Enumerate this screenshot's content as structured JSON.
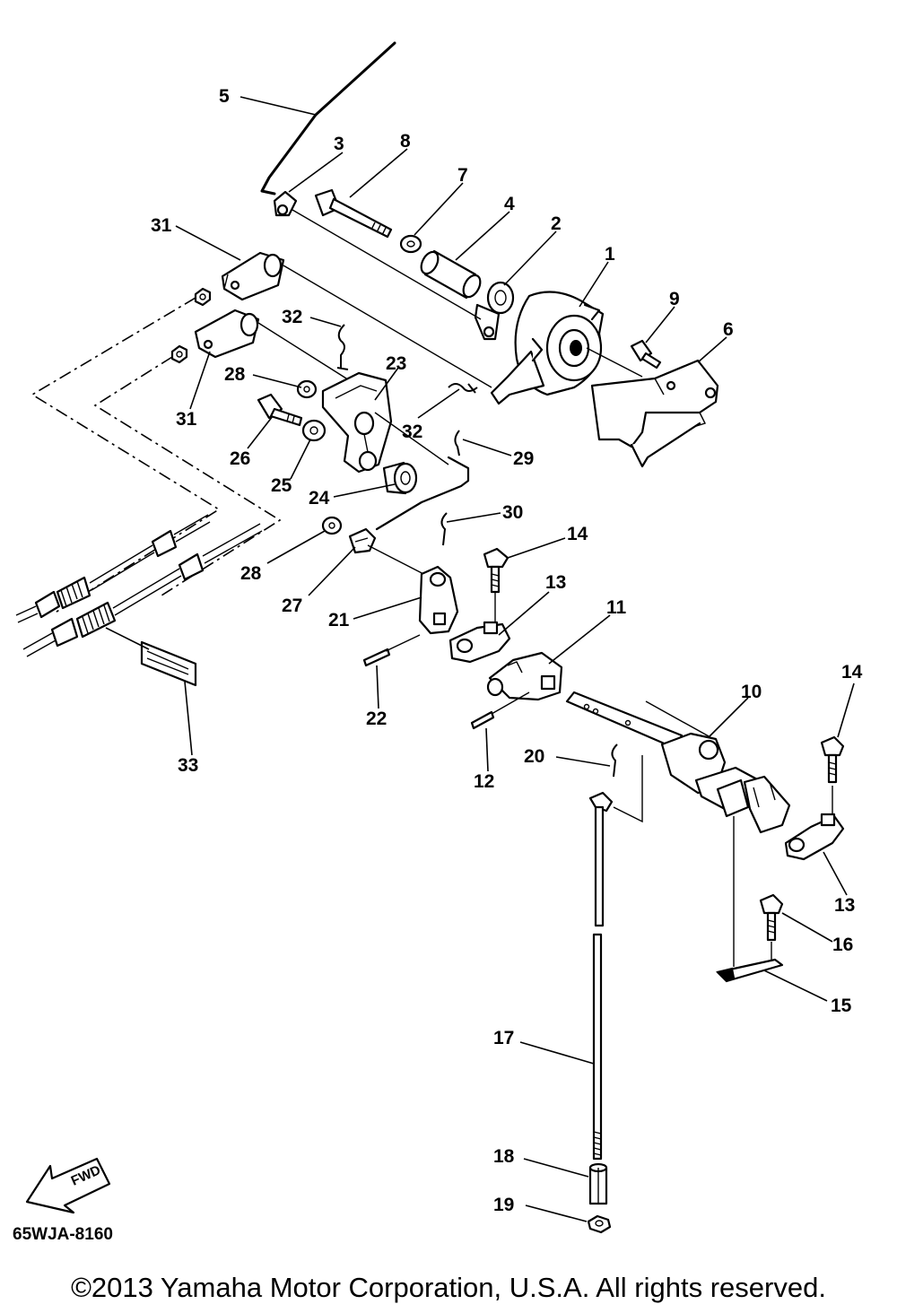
{
  "callouts": {
    "c1": "1",
    "c2": "2",
    "c3": "3",
    "c4": "4",
    "c5": "5",
    "c6": "6",
    "c7": "7",
    "c8": "8",
    "c9": "9",
    "c10": "10",
    "c11": "11",
    "c12": "12",
    "c13a": "13",
    "c13b": "13",
    "c14a": "14",
    "c14b": "14",
    "c15": "15",
    "c16": "16",
    "c17": "17",
    "c18": "18",
    "c19": "19",
    "c20": "20",
    "c21": "21",
    "c22": "22",
    "c23": "23",
    "c24": "24",
    "c25": "25",
    "c26": "26",
    "c27": "27",
    "c28a": "28",
    "c28b": "28",
    "c29": "29",
    "c30": "30",
    "c31a": "31",
    "c31b": "31",
    "c32a": "32",
    "c32b": "32",
    "c33": "33"
  },
  "fwd_label": "FWD",
  "drawing_code": "65WJA-8160",
  "copyright": "©2013 Yamaha Motor Corporation, U.S.A. All rights reserved."
}
